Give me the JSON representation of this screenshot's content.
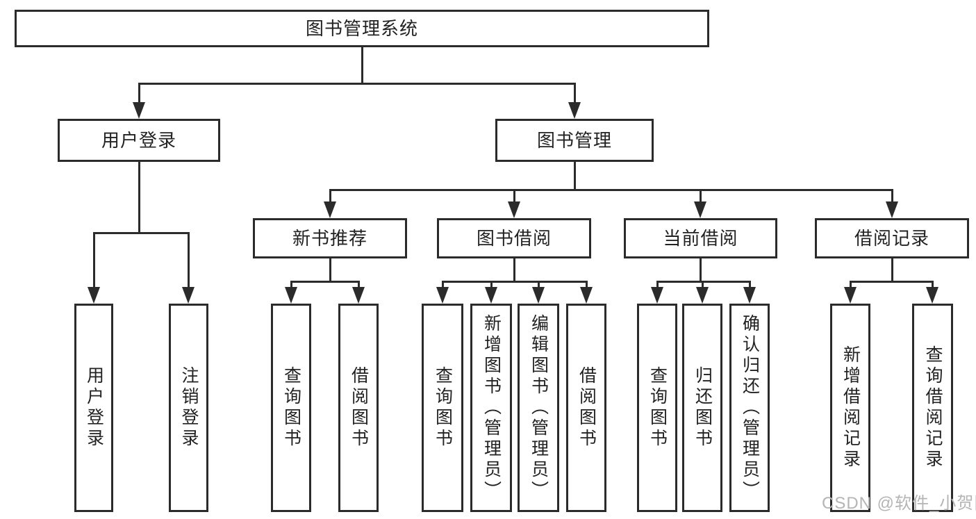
{
  "tree": {
    "root": "图书管理系统",
    "l2": [
      {
        "label": "用户登录",
        "leaves": [
          "用户登录",
          "注销登录"
        ]
      },
      {
        "label": "图书管理",
        "groups": [
          {
            "label": "新书推荐",
            "leaves": [
              "查询图书",
              "借阅图书"
            ]
          },
          {
            "label": "图书借阅",
            "leaves": [
              "查询图书",
              "新增图书（管理员）",
              "编辑图书（管理员）",
              "借阅图书"
            ]
          },
          {
            "label": "当前借阅",
            "leaves": [
              "查询图书",
              "归还图书",
              "确认归还（管理员）"
            ]
          },
          {
            "label": "借阅记录",
            "leaves": [
              "新增借阅记录",
              "查询借阅记录"
            ]
          }
        ]
      }
    ]
  },
  "watermark": "CSDN @软件_小贺同学",
  "colors": {
    "line": "#2b2b2b",
    "text": "#222222",
    "watermark": "#b5b5b5",
    "background": "#ffffff"
  }
}
